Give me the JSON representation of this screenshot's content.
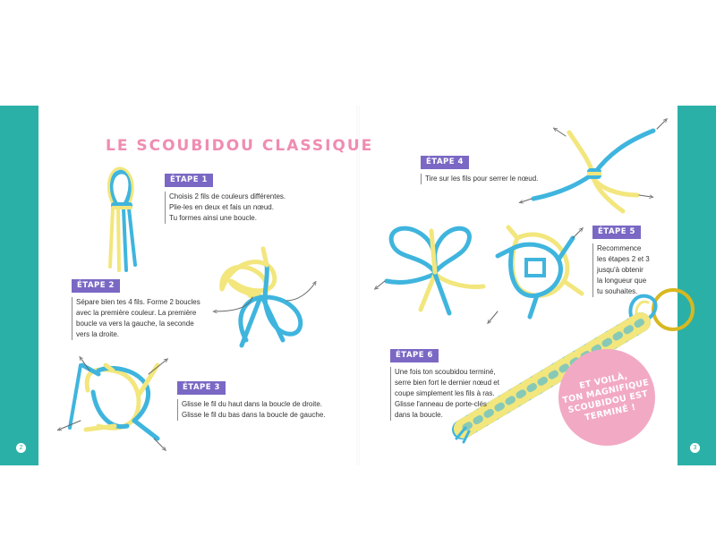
{
  "title": "LE SCOUBIDOU CLASSIQUE",
  "page_numbers": {
    "left": "2",
    "right": "3"
  },
  "steps": [
    {
      "label": "ÉTAPE 1",
      "text": "Choisis 2 fils de couleurs différentes.\nPlie-les en deux et fais un nœud.\nTu formes ainsi une boucle."
    },
    {
      "label": "ÉTAPE 2",
      "text": "Sépare bien tes 4 fils. Forme 2 boucles\navec la première couleur. La première\nboucle va vers la gauche, la seconde\nvers la droite."
    },
    {
      "label": "ÉTAPE 3",
      "text": "Glisse le fil du haut dans la boucle de droite.\nGlisse le fil du bas dans la boucle de gauche."
    },
    {
      "label": "ÉTAPE 4",
      "text": "Tire sur les fils pour serrer le nœud."
    },
    {
      "label": "ÉTAPE 5",
      "text": "Recommence\nles étapes 2 et 3\njusqu'à obtenir\nla longueur que\ntu souhaites."
    },
    {
      "label": "ÉTAPE 6",
      "text": "Une fois ton scoubidou terminé,\nserre bien fort le dernier nœud et\ncoupe simplement les fils à ras.\nGlisse l'anneau de porte-clés\ndans la boucle."
    }
  ],
  "finale": "ET VOILÀ,\nTON MAGNIFIQUE\nSCOUBIDOU EST\nTERMINÉ !",
  "colors": {
    "teal": "#2bb0a8",
    "pink": "#f08cb1",
    "purple": "#7b68c4",
    "blue": "#3fb5de",
    "yellow": "#f2e67d",
    "ring": "#d8b820"
  }
}
